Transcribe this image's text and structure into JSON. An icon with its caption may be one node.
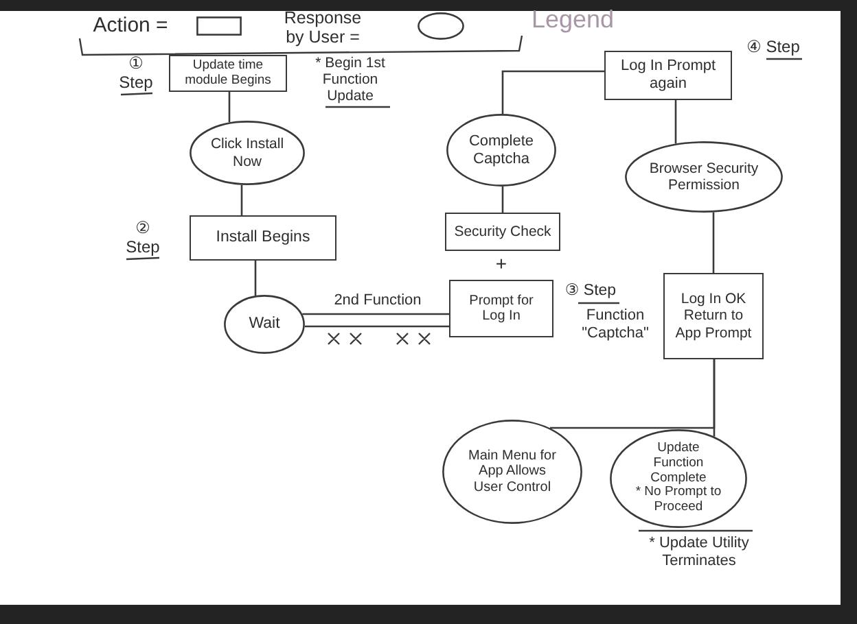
{
  "diagram": {
    "nodes": [
      {
        "text": [
          "Update time module Begins"
        ],
        "beside": [
          "① Step"
        ]
      },
      {
        "text": [
          "Click Install Now"
        ]
      },
      {
        "text": [
          "Install Begins"
        ],
        "beside": [
          "② Step"
        ]
      },
      {
        "text": [
          "Wait"
        ]
      },
      {
        "text": [
          "Prompt for Log In"
        ],
        "beside": [
          "③ Step",
          "Function \"Captcha\""
        ]
      },
      {
        "text": [
          "Security Check"
        ]
      },
      {
        "text": [
          "Complete Captcha"
        ]
      },
      {
        "text": [
          "Log In Prompt again"
        ],
        "beside": [
          "④ Step"
        ]
      },
      {
        "text": [
          "Browser Security Permission"
        ]
      },
      {
        "text": [
          "Log In OK Return to App Prompt"
        ]
      },
      {
        "text": [
          "Main Menu for App Allows User Control"
        ]
      },
      {
        "text": [
          "Update Function Complete",
          "* No Prompt to Proceed"
        ],
        "beside": [
          "* Update Utility Terminates"
        ]
      }
    ],
    "edges": [
      {
        "from": 0,
        "to": 1,
        "arrow": "none"
      },
      {
        "from": 1,
        "to": 2,
        "arrow": "none"
      },
      {
        "from": 2,
        "to": 3,
        "arrow": "none"
      },
      {
        "from": 3,
        "to": 4,
        "arrow": "none",
        "label": "2nd Function"
      },
      {
        "from": 3,
        "to": 4,
        "arrow": "none"
      },
      {
        "from": 5,
        "to": 6,
        "arrow": "none"
      },
      {
        "from": 6,
        "to": 7,
        "arrow": "none"
      },
      {
        "from": 7,
        "to": 8,
        "arrow": "none"
      },
      {
        "from": 8,
        "to": 9,
        "arrow": "none"
      },
      {
        "from": 9,
        "to": 10,
        "arrow": "none"
      },
      {
        "from": 9,
        "to": 11,
        "arrow": "none"
      }
    ],
    "labels": [
      "Legend",
      "* Begin 1st Function Update",
      "+"
    ],
    "legend": [
      {
        "text": "Action ="
      },
      {
        "text": "Response by User ="
      }
    ]
  }
}
